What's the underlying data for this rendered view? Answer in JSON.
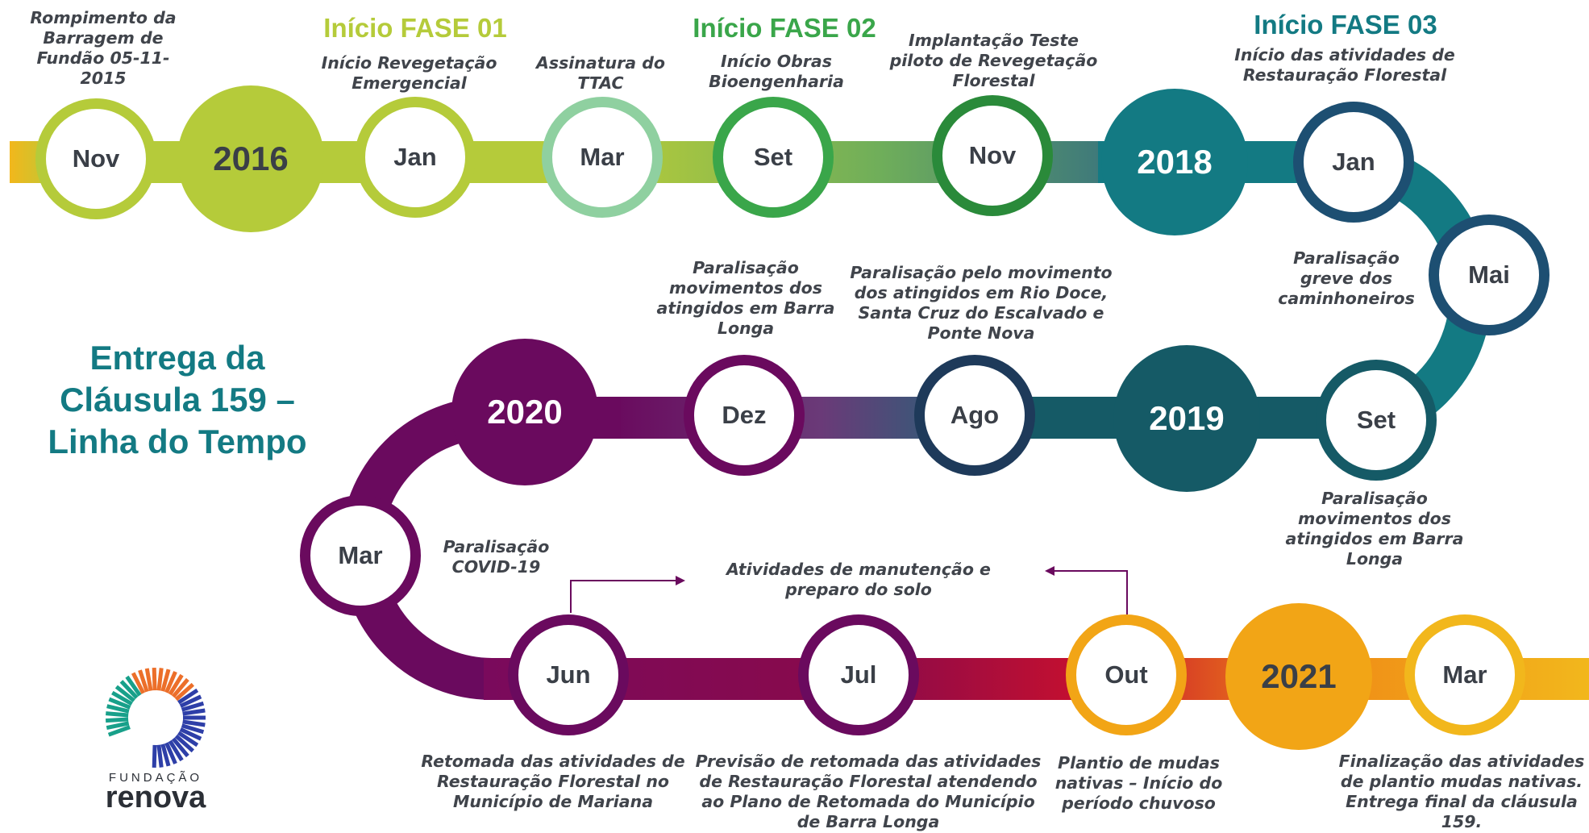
{
  "title": "Entrega da Cláusula 159 – Linha do Tempo",
  "phases": {
    "fase01": "Início FASE 01",
    "fase02": "Início FASE 02",
    "fase03": "Início FASE 03"
  },
  "nodes": {
    "nov2015": "Nov",
    "y2016": "2016",
    "jan2016": "Jan",
    "mar2016": "Mar",
    "set2016": "Set",
    "nov2017": "Nov",
    "y2018": "2018",
    "jan2018": "Jan",
    "mai2018": "Mai",
    "set2018": "Set",
    "y2019": "2019",
    "ago2019": "Ago",
    "dez2019": "Dez",
    "y2020": "2020",
    "mar2020": "Mar",
    "jun2020": "Jun",
    "jul2020": "Jul",
    "out2020": "Out",
    "y2021": "2021",
    "mar2021": "Mar"
  },
  "events": {
    "rompimento": "Rompimento da Barragem de Fundão 05-11-2015",
    "revegetacao": "Início Revegetação Emergencial",
    "ttac": "Assinatura do TTAC",
    "bioengenharia": "Início Obras Bioengenharia",
    "piloto": "Implantação Teste piloto de Revegetação Florestal",
    "restauracao": "Início das atividades de Restauração Florestal",
    "caminhoneiros": "Paralisação greve dos caminhoneiros",
    "barra_longa_1": "Paralisação movimentos dos atingidos em Barra Longa",
    "rio_doce": "Paralisação pelo movimento dos atingidos em Rio Doce, Santa Cruz do Escalvado e Ponte Nova",
    "barra_longa_2": "Paralisação movimentos dos atingidos em Barra Longa",
    "covid": "Paralisação COVID-19",
    "manutencao": "Atividades de manutenção e preparo do solo",
    "mariana": "Retomada das atividades de Restauração Florestal no Município de Mariana",
    "previsao": "Previsão de retomada das atividades de Restauração Florestal atendendo ao Plano de Retomada do Município de Barra Longa",
    "plantio": "Plantio de mudas nativas – Início do período chuvoso",
    "finalizacao": "Finalização das atividades de plantio mudas nativas. Entrega final da cláusula 159."
  },
  "logo": {
    "line1": "FUNDAÇÃO",
    "line2": "renova"
  },
  "colors": {
    "lime": "#b5cb3a",
    "green": "#3aa64a",
    "teal": "#137a83",
    "darkteal": "#155a66",
    "purple": "#6a0a5e",
    "red": "#c8102e",
    "orange": "#f2a516",
    "yellow": "#f2b71c"
  }
}
